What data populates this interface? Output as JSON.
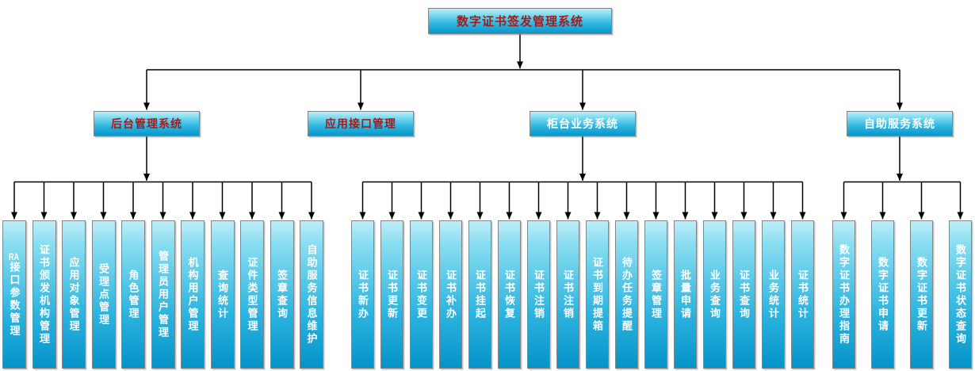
{
  "title": {
    "label": "数字证书签发管理系统"
  },
  "groups": [
    {
      "label": "后台管理系统",
      "label_color": "#a21c1c",
      "children": [
        "RA接口参数管理",
        "证书颁发机构管理",
        "应用对象管理",
        "受理点管理",
        "角色管理",
        "管理员用户管理",
        "机构用户管理",
        "查询统计",
        "证件类型管理",
        "签章查询",
        "自助服务信息维护"
      ]
    },
    {
      "label": "应用接口管理",
      "label_color": "#a21c1c",
      "children": []
    },
    {
      "label": "柜台业务系统",
      "label_color": "#ffffff",
      "children": [
        "证书新办",
        "证书更新",
        "证书变更",
        "证书补办",
        "证书挂起",
        "证书恢复",
        "证书注销",
        "证书注销",
        "证书到期提箱",
        "待办任务提醒",
        "签章管理",
        "批量申请",
        "业务查询",
        "证书查询",
        "业务统计",
        "证书统计"
      ]
    },
    {
      "label": "自助服务系统",
      "label_color": "#ffffff",
      "children": [
        "数字证书办理指南",
        "数字证书申请",
        "数字证书更新",
        "数字证书状态查询"
      ]
    }
  ],
  "colors": {
    "title_text": "#a21c1c",
    "child_text": "#ffffff",
    "box_gradient_top": "#bdeef8",
    "box_gradient_bottom": "#0596cb",
    "box_border": "#858585",
    "connector": "#000000"
  }
}
